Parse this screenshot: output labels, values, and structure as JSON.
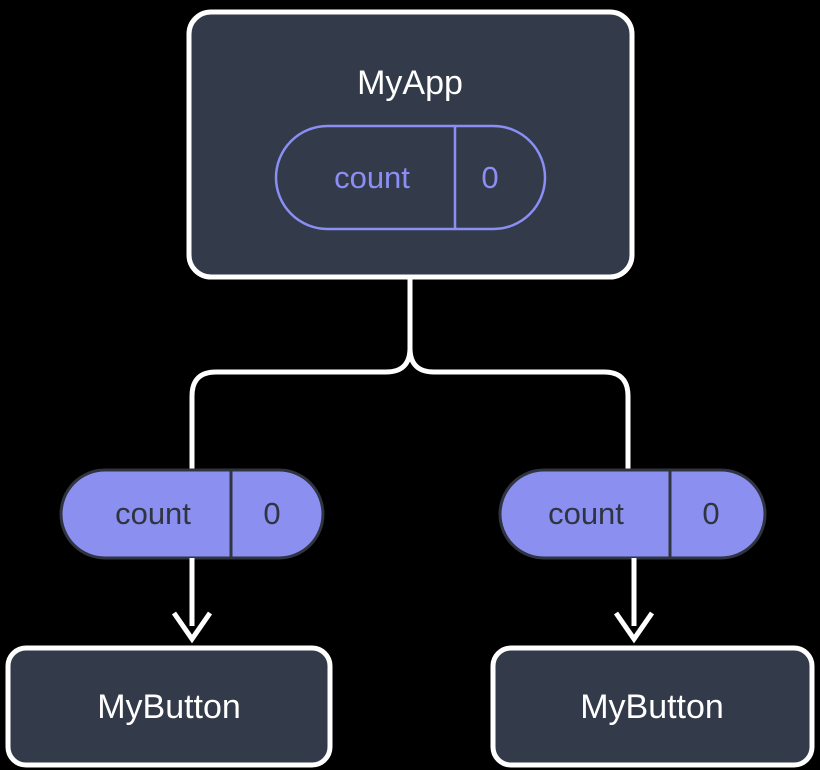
{
  "diagram": {
    "type": "component-tree",
    "title_visible": false,
    "colors": {
      "background": "#000000",
      "node_fill": "#333a49",
      "node_border": "#ffffff",
      "node_label": "#ffffff",
      "pill_outline": "#8b8ff5",
      "pill_fill": "#8b8ff0",
      "pill_text_light": "#8b8ff5",
      "pill_text_dark": "#2f3440",
      "connector": "#ffffff"
    },
    "nodes": [
      {
        "id": "myapp",
        "label": "MyApp",
        "style": "outlined-box",
        "state": {
          "key": "count",
          "value": "0",
          "style": "outlined-pill"
        }
      },
      {
        "id": "pill-left",
        "label": "",
        "style": "filled-pill",
        "state": {
          "key": "count",
          "value": "0"
        }
      },
      {
        "id": "pill-right",
        "label": "",
        "style": "filled-pill",
        "state": {
          "key": "count",
          "value": "0"
        }
      },
      {
        "id": "mybutton-left",
        "label": "MyButton",
        "style": "outlined-box"
      },
      {
        "id": "mybutton-right",
        "label": "MyButton",
        "style": "outlined-box"
      }
    ],
    "edges": [
      {
        "from": "myapp",
        "to": "pill-left",
        "style": "branch-line"
      },
      {
        "from": "myapp",
        "to": "pill-right",
        "style": "branch-line"
      },
      {
        "from": "pill-left",
        "to": "mybutton-left",
        "style": "arrow"
      },
      {
        "from": "pill-right",
        "to": "mybutton-right",
        "style": "arrow"
      }
    ]
  }
}
